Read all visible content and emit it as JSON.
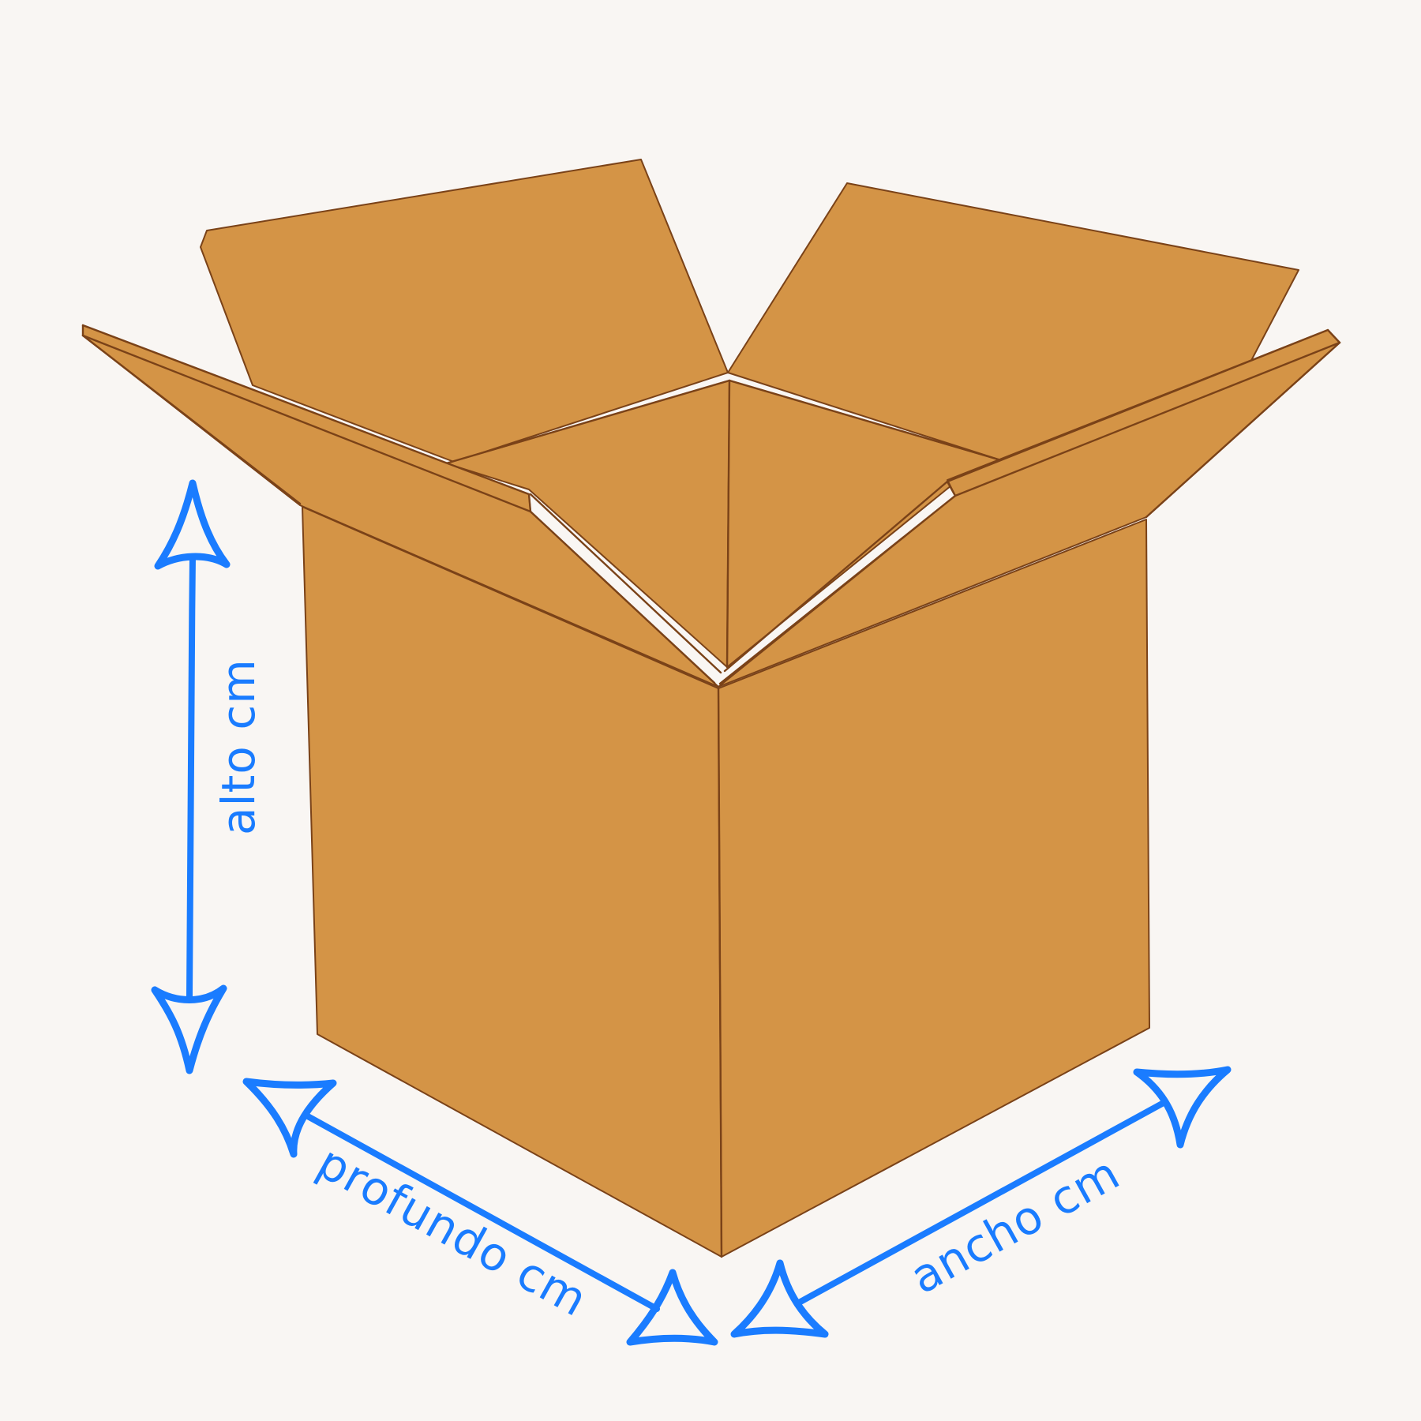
{
  "labels": {
    "height": "alto cm",
    "depth": "profundo cm",
    "width": "ancho cm"
  },
  "colors": {
    "background": "#f9f6f3",
    "cardboard": "#d49446",
    "edge": "#7a4218",
    "arrow": "#1a7cff"
  }
}
